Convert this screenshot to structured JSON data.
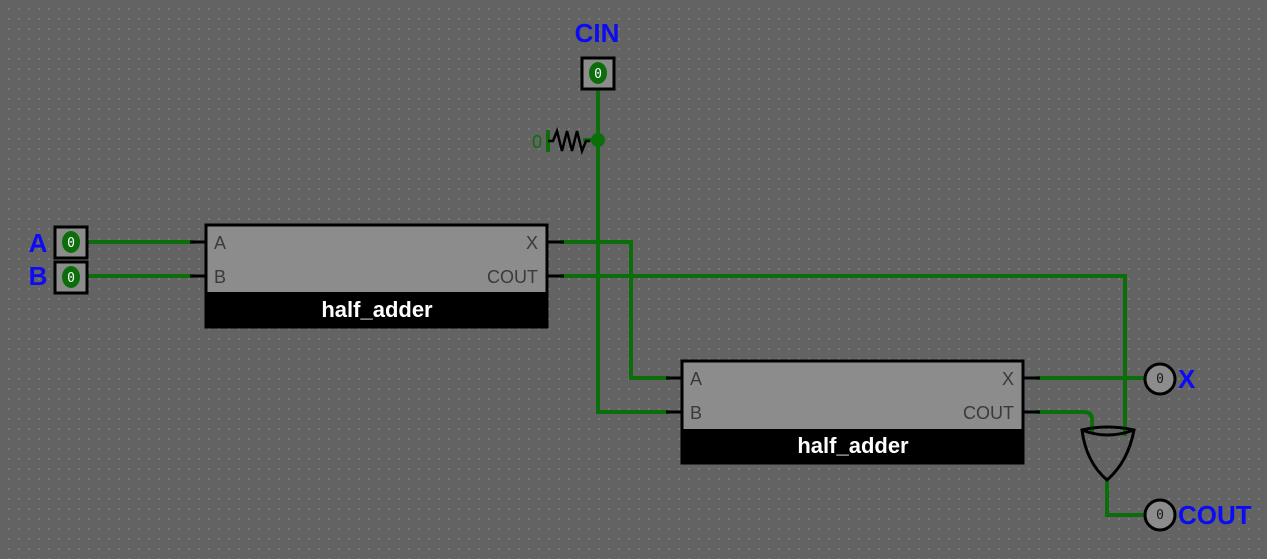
{
  "inputs": {
    "cin": {
      "label": "CIN",
      "value": "0"
    },
    "a": {
      "label": "A",
      "value": "0"
    },
    "b": {
      "label": "B",
      "value": "0"
    }
  },
  "pull_resistor": {
    "value": "0"
  },
  "half_adder_1": {
    "name": "half_adder",
    "port_a": "A",
    "port_b": "B",
    "port_x": "X",
    "port_cout": "COUT"
  },
  "half_adder_2": {
    "name": "half_adder",
    "port_a": "A",
    "port_b": "B",
    "port_x": "X",
    "port_cout": "COUT"
  },
  "outputs": {
    "x": {
      "label": "X",
      "value": "0"
    },
    "cout": {
      "label": "COUT",
      "value": "0"
    }
  },
  "colors": {
    "canvas": "#636363",
    "wire": "#0b6e0b",
    "label": "#0b0bf5",
    "component_body": "#8c8c8c",
    "component_label_bar": "#000000"
  }
}
